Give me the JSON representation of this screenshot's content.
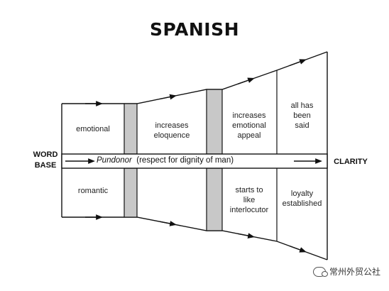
{
  "title": "SPANISH",
  "left_label": [
    "WORD",
    "BASE"
  ],
  "right_label": "CLARITY",
  "bar": {
    "keyword": "Pundonor",
    "description": "(respect for dignity of man)"
  },
  "upper_cells": [
    [
      "emotional"
    ],
    [
      "increases",
      "eloquence"
    ],
    [
      "increases",
      "emotional",
      "appeal"
    ],
    [
      "all has",
      "been",
      "said"
    ]
  ],
  "lower_cells": [
    [
      "romantic"
    ],
    [],
    [
      "starts to",
      "like",
      "interlocutor"
    ],
    [
      "loyalty",
      "established"
    ]
  ],
  "watermark": "常州外贸公社",
  "colors": {
    "line": "#111111",
    "divider": "#c8c8c8",
    "background": "#ffffff"
  }
}
